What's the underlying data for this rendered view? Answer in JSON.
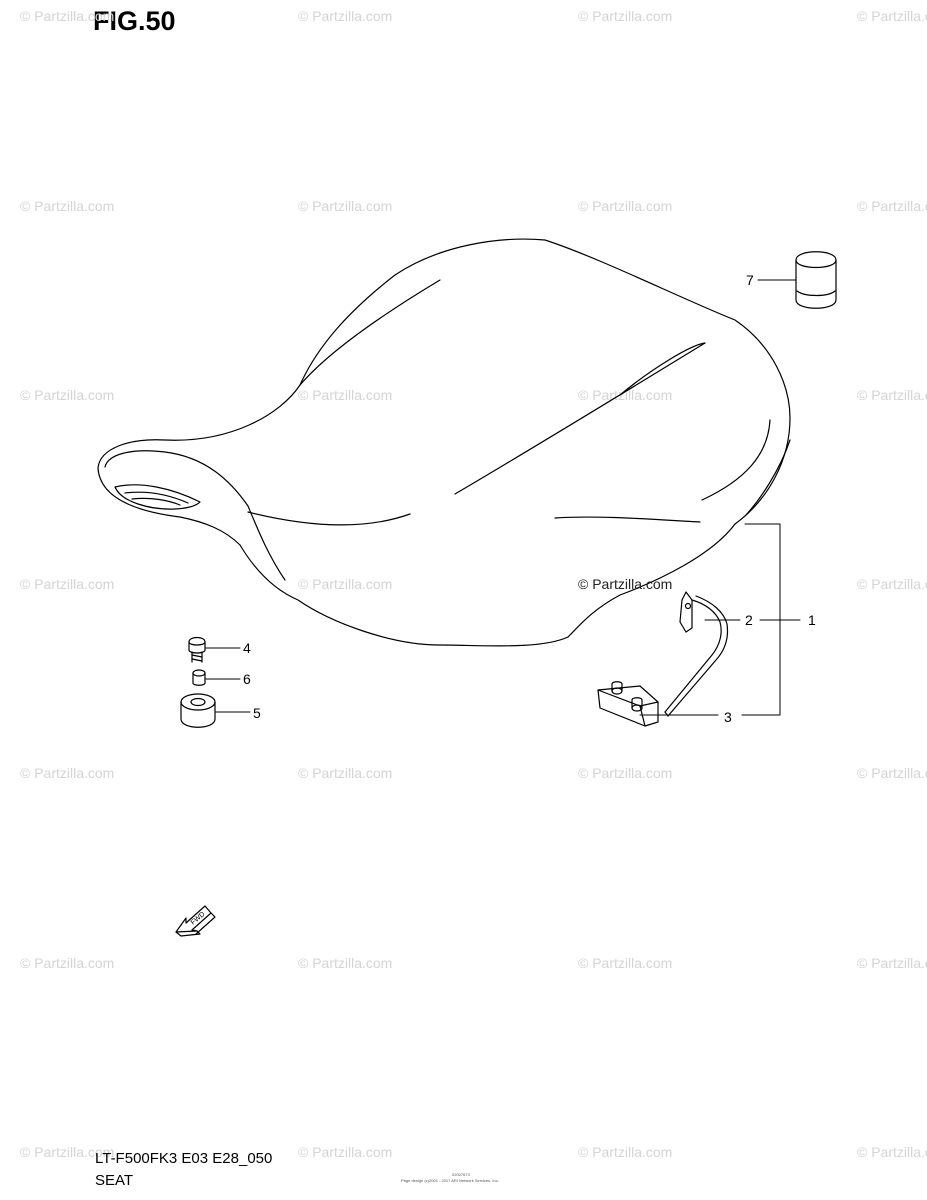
{
  "figure": {
    "title": "FIG.50"
  },
  "watermark": {
    "text": "© Partzilla.com",
    "center_text": "© Partzilla.com"
  },
  "callouts": {
    "c1": "1",
    "c2": "2",
    "c3": "3",
    "c4": "4",
    "c5": "5",
    "c6": "6",
    "c7": "7"
  },
  "fwd_label": "FWD",
  "footer": {
    "code": "LT-F500FK3 E03 E28_050",
    "name": "SEAT",
    "small_code": "02007673",
    "copyright": "Page design (c)2001 - 2017 ARI Network Services, Inc."
  },
  "colors": {
    "line": "#000000",
    "watermark": "#d4d4d4"
  }
}
